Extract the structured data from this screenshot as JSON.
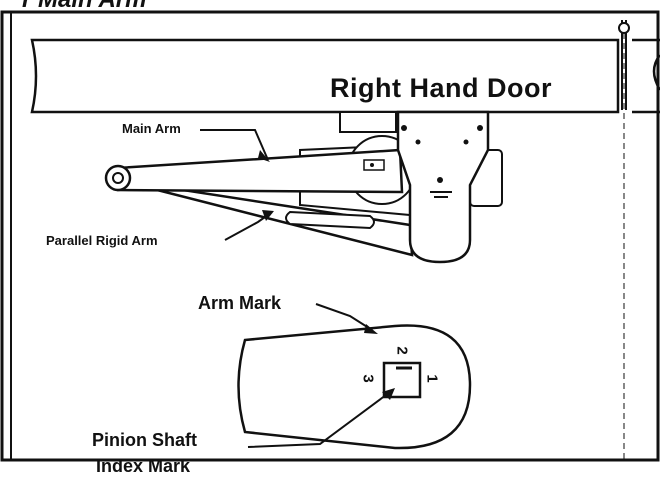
{
  "header": {
    "cut_title": "r Main Arm"
  },
  "door": {
    "title": "Right Hand Door"
  },
  "labels": {
    "main_arm": "Main Arm",
    "parallel_rigid_arm": "Parallel Rigid Arm",
    "arm_mark": "Arm Mark",
    "pinion_shaft_line1": "Pinion Shaft",
    "pinion_shaft_line2": "Index Mark"
  },
  "index_numbers": {
    "n1": "1",
    "n2": "2",
    "n3": "3"
  },
  "colors": {
    "ink": "#111111",
    "paper": "#ffffff"
  }
}
